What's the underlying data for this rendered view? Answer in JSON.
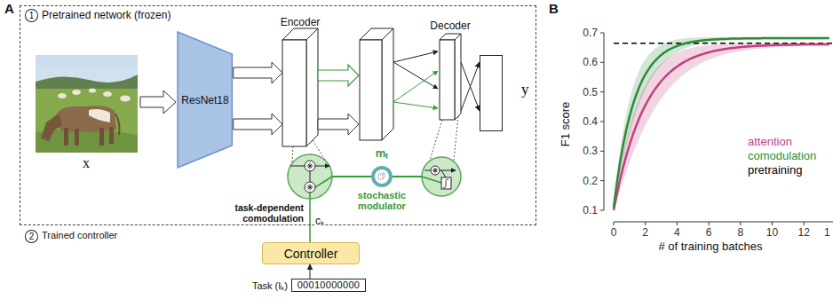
{
  "diagram": {
    "nodes": [
      {
        "text": [
          "Pretrained network (frozen)"
        ]
      },
      {
        "text": [
          "1"
        ],
        "in": 0
      },
      {
        "text": [
          "ResNet18"
        ],
        "in": 0
      },
      {
        "text": [
          "Encoder"
        ],
        "in": 0
      },
      {
        "text": [
          "Decoder"
        ],
        "in": 0
      },
      {
        "text": [
          "y"
        ],
        "in": 0
      },
      {
        "text": [
          "mₜ",
          "stochastic modulator"
        ],
        "in": 0
      },
      {
        "text": [
          "2"
        ]
      },
      {
        "text": [
          "Controller"
        ]
      },
      {
        "text": [
          "Task (Iₖ)",
          "00010000000"
        ]
      }
    ],
    "edges": [
      {
        "from": 2,
        "to": 3,
        "arrow": "to"
      },
      {
        "from": 2,
        "to": 3,
        "arrow": "to"
      },
      {
        "from": 4,
        "to": 5,
        "arrow": "to"
      },
      {
        "from": 4,
        "to": 5,
        "arrow": "to"
      },
      {
        "from": 6,
        "to": 3,
        "arrow": "none"
      },
      {
        "from": 6,
        "to": 4,
        "arrow": "none"
      },
      {
        "from": 8,
        "to": 3,
        "label": "cₖ",
        "arrow": "none"
      },
      {
        "from": 9,
        "to": 8,
        "arrow": "to"
      }
    ],
    "labels": [
      "A",
      "x",
      "Trained controller",
      "task-dependent comodulation",
      "B",
      "F1 score",
      "0.1",
      "0.2",
      "0.3",
      "0.4",
      "0.5",
      "0.6",
      "0.7",
      "0",
      "2",
      "4",
      "6",
      "8",
      "10",
      "12",
      "1",
      "# of training batches"
    ],
    "legend": [
      {
        "text": "attention",
        "color": "#c2407f"
      },
      {
        "text": "comodulation",
        "color": "#2e8b3a"
      },
      {
        "text": "pretraining",
        "color": "#000000"
      }
    ]
  }
}
